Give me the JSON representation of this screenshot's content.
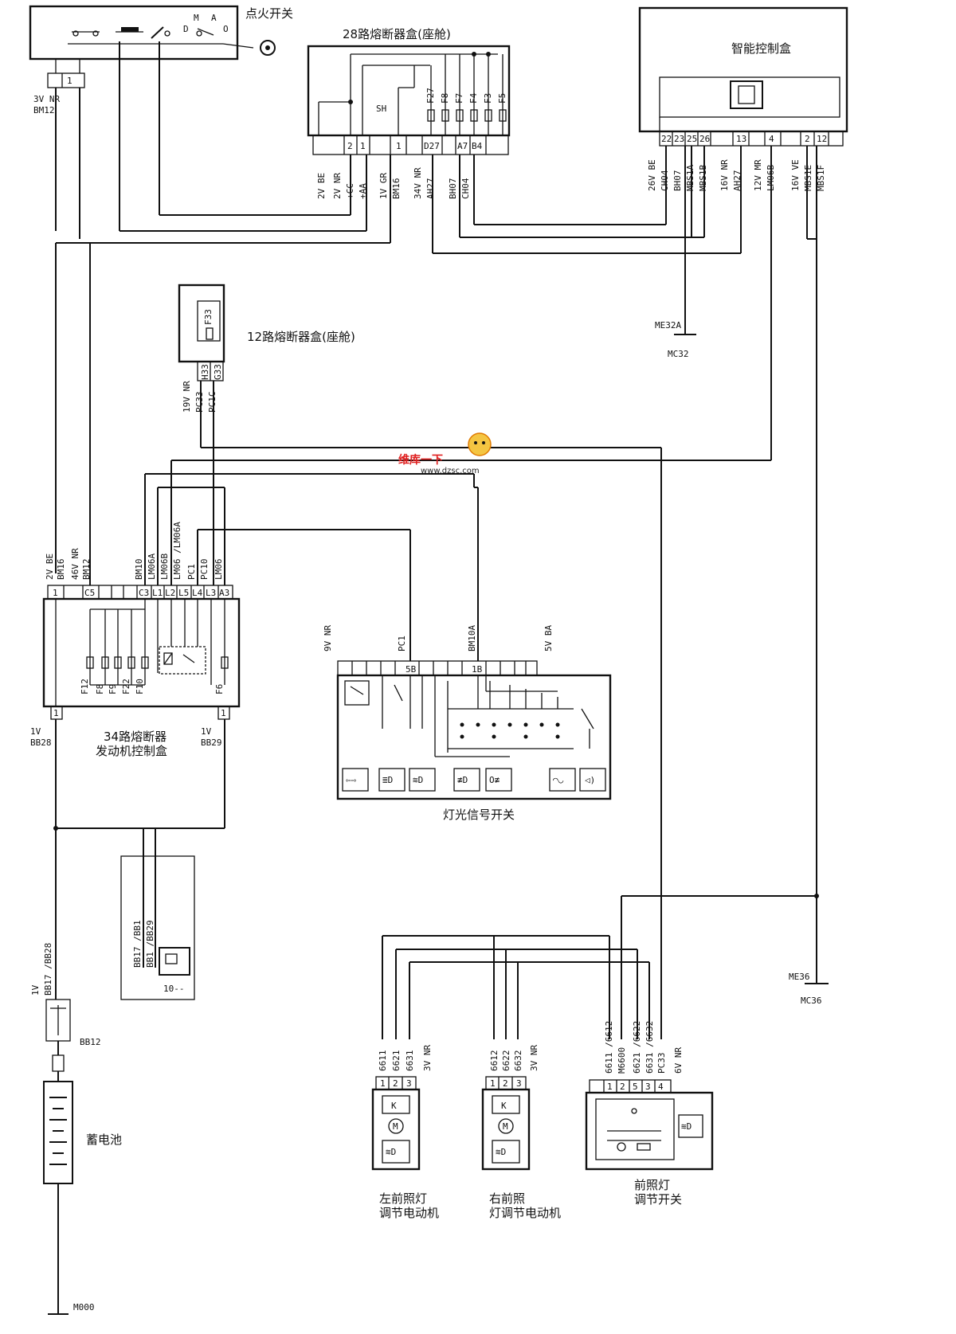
{
  "components": {
    "ignition_switch": "点火开关",
    "ignition_positions": [
      "M",
      "D",
      "A",
      "O"
    ],
    "fusebox28": "28路熔断器盒(座舱)",
    "fusebox28_fuses": [
      "F27",
      "F8",
      "F7",
      "F4",
      "F3",
      "F5"
    ],
    "fusebox28_sh": "SH",
    "bsi": "智能控制盒",
    "fusebox12": "12路熔断器盒(座舱)",
    "fusebox12_fuse": "F33",
    "fusebox34_line1": "34路熔断器",
    "fusebox34_line2": "发动机控制盒",
    "fusebox34_fuses": [
      "F12",
      "F8",
      "F9",
      "F22",
      "F10",
      "F6"
    ],
    "light_switch": "灯光信号开关",
    "battery": "蓄电池",
    "left_motor_line1": "左前照灯",
    "left_motor_line2": "调节电动机",
    "right_motor_line1": "右前照",
    "right_motor_line2": "灯调节电动机",
    "headlamp_adj_line1": "前照灯",
    "headlamp_adj_line2": "调节开关",
    "starter_ref": "10--"
  },
  "wire_labels": {
    "ign_conn": "3V NR",
    "ign_bm12": "BM12",
    "ign_pin": "1",
    "fb28_l1": "2V BE",
    "fb28_l2": "2V NR",
    "fb28_l3": "+CC",
    "fb28_l4": "+AA",
    "fb28_l5": "1V GR",
    "fb28_l6": "BM16",
    "fb28_l7": "34V NR",
    "fb28_l8": "AH27",
    "fb28_l9": "BH07",
    "fb28_l10": "CH04",
    "fb28_pins": [
      "2",
      "1",
      "1",
      "D27",
      "A7",
      "B4"
    ],
    "bsi_l1": "26V BE",
    "bsi_l2": "CH04",
    "bsi_l3": "BH07",
    "bsi_l4": "MBS1A",
    "bsi_l5": "MBS1B",
    "bsi_l6": "16V NR",
    "bsi_l7": "AH27",
    "bsi_l8": "12V MR",
    "bsi_l9": "LM06B",
    "bsi_l10": "16V VE",
    "bsi_l11": "MBS1E",
    "bsi_l12": "MBS1F",
    "bsi_pins": [
      "22",
      "23",
      "25",
      "26",
      "13",
      "4",
      "2",
      "12"
    ],
    "ground1": "ME32A",
    "ground1b": "MC32",
    "fb12_l1": "19V NR",
    "fb12_l2": "PC33",
    "fb12_l3": "PC1C",
    "fb12_pins": [
      "H33",
      "G33"
    ],
    "fb34_l1": "2V BE",
    "fb34_l2": "BM16",
    "fb34_l3": "46V NR",
    "fb34_l4": "BM12",
    "fb34_l5": "BM10",
    "fb34_l6": "LM06A",
    "fb34_l7": "LM06B",
    "fb34_l8": "LM06 /LM06A",
    "fb34_l9": "PC1",
    "fb34_l10": "PC10",
    "fb34_l11": "LM06",
    "fb34_pins": [
      "1",
      "C5",
      "C3",
      "L1",
      "L2",
      "L5",
      "L4",
      "L3",
      "A3"
    ],
    "fb34_bot_pin": "1",
    "bb28_v": "1V",
    "bb28": "BB28",
    "bb29_v": "1V",
    "bb29": "BB29",
    "ls_l1": "9V NR",
    "ls_l2": "PC1",
    "ls_l3": "BM10A",
    "ls_l4": "5V BA",
    "ls_pin1": "5B",
    "ls_pin2": "1B",
    "st_l1": "BB17 /BB1",
    "st_l2": "BB1 /BB29",
    "bat_l1": "1V",
    "bat_l2": "BB17 /BB28",
    "bat_bb12": "BB12",
    "bat_gnd": "M000",
    "ground2": "ME36",
    "ground2b": "MC36",
    "lm_l1": "6611",
    "lm_l2": "6621",
    "lm_l3": "6631",
    "lm_l4": "3V NR",
    "rm_l1": "6612",
    "rm_l2": "6622",
    "rm_l3": "6632",
    "rm_l4": "3V NR",
    "hs_l1": "6611 /6612",
    "hs_l2": "M6600",
    "hs_l3": "6621 /6622",
    "hs_l4": "6631 /6632",
    "hs_l5": "PC33",
    "hs_l6": "6V NR",
    "motor_pins": [
      "1",
      "2",
      "3"
    ],
    "hs_pins": [
      "1",
      "2",
      "5",
      "3",
      "4"
    ]
  },
  "watermark": {
    "text": "维库一下",
    "url": "www.dzsc.com"
  }
}
